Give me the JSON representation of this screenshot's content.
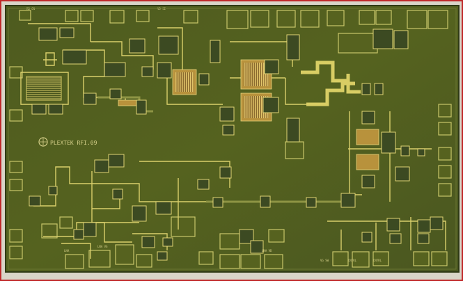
{
  "photo": {
    "description_free": true,
    "colors": {
      "frame_border": "#c0282a",
      "substrate": "#4f5c20",
      "substrate_dark": "#3f4a1b",
      "metal": "#d9cf6c",
      "pad_fill": "#56621f",
      "copper": "#a87a36"
    },
    "logo_text": "PLEXTEK RFI.09",
    "pad_labels": {
      "top_left": "RB ON",
      "top_mid": "VD SE",
      "bottom_left": "LNA",
      "bottom_mid": "LNA VG",
      "bottom_mid2": "LNA VD",
      "bottom_right": "VG SW",
      "bottom_right2": "CNTRL",
      "bottom_right3": "CNTRL"
    }
  }
}
